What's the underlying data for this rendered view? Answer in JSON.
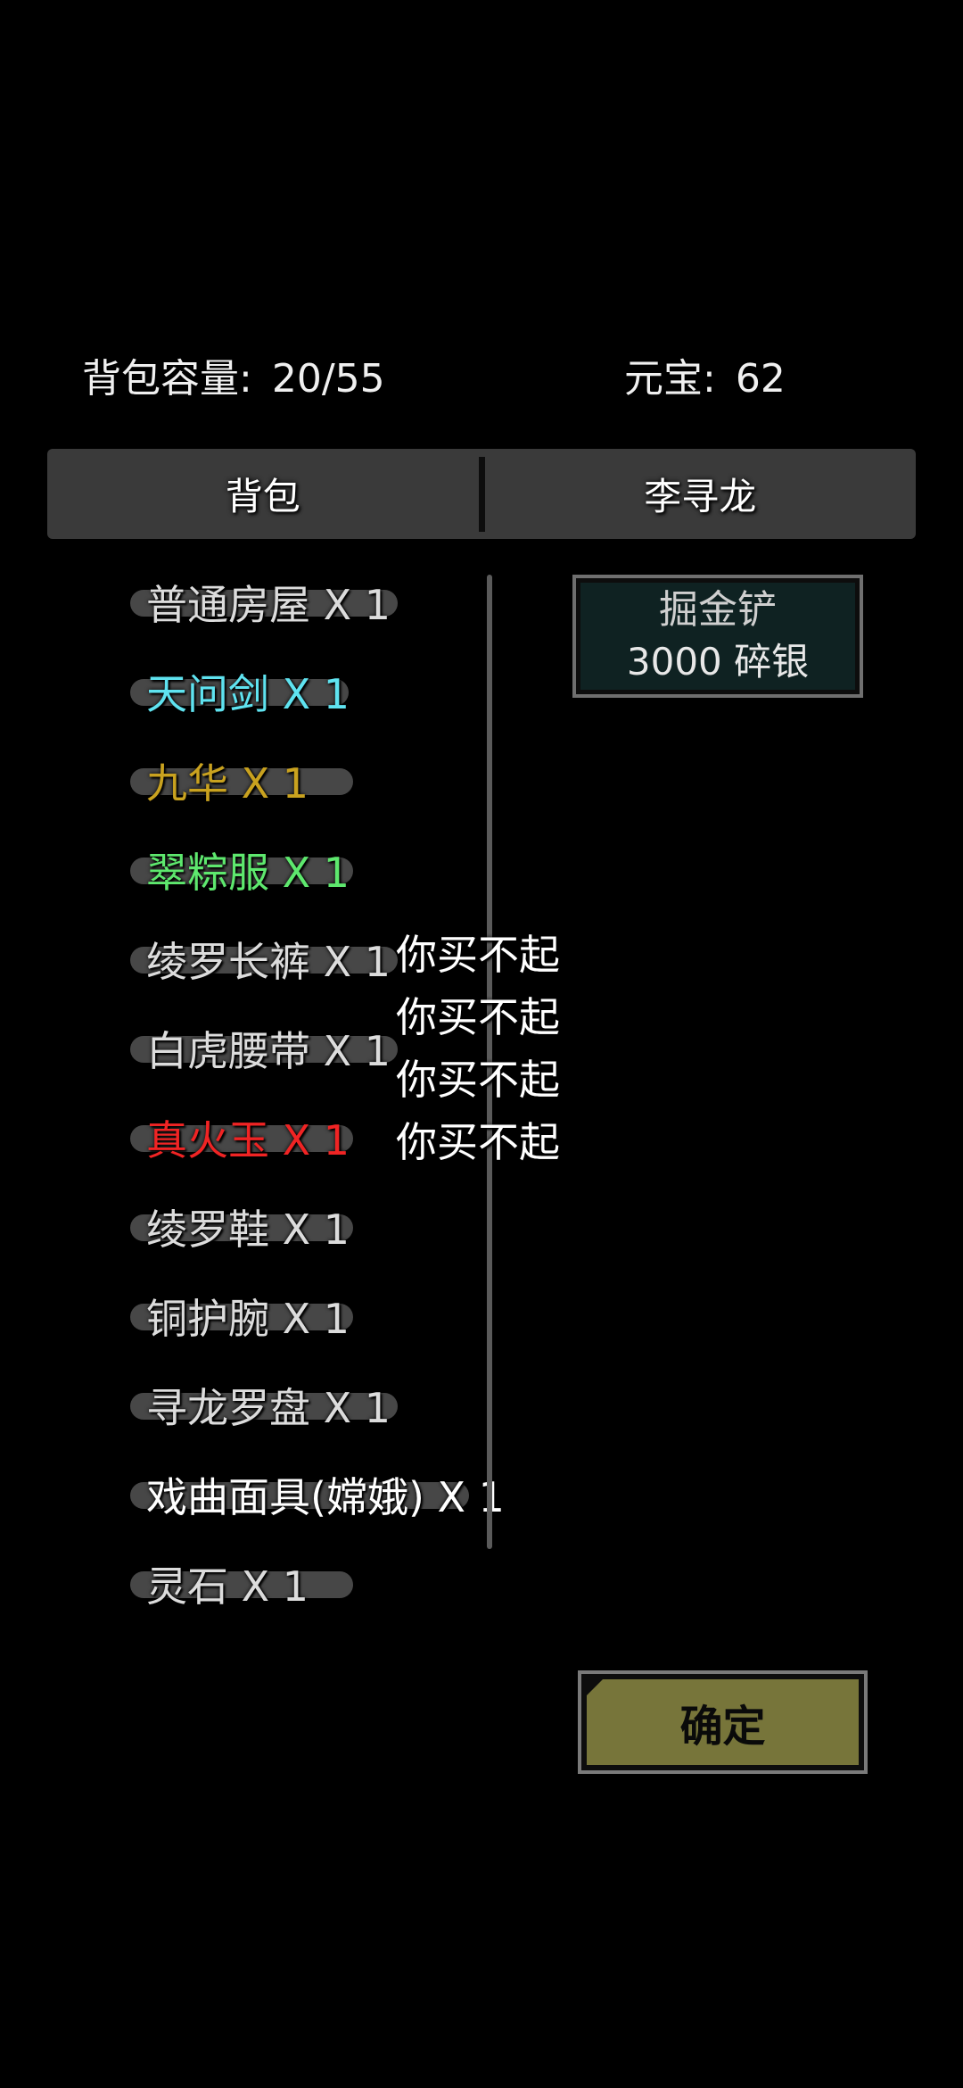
{
  "header": {
    "capacity_label": "背包容量:",
    "capacity_value": "20/55",
    "currency_label": "元宝:",
    "currency_value": "62"
  },
  "tabs": [
    {
      "label": "背包"
    },
    {
      "label": "李寻龙"
    }
  ],
  "inventory": [
    {
      "text": "普通房屋 X 1",
      "color": "#dcdcdc"
    },
    {
      "text": "天问剑 X 1",
      "color": "#5fe3f0"
    },
    {
      "text": "九华 X 1",
      "color": "#c9a21f"
    },
    {
      "text": "翠粽服 X 1",
      "color": "#5ee86e"
    },
    {
      "text": "绫罗长裤 X 1",
      "color": "#dcdcdc"
    },
    {
      "text": "白虎腰带 X 1",
      "color": "#dcdcdc"
    },
    {
      "text": "真火玉 X 1",
      "color": "#f02424"
    },
    {
      "text": "绫罗鞋 X 1",
      "color": "#dcdcdc"
    },
    {
      "text": "铜护腕 X 1",
      "color": "#dcdcdc"
    },
    {
      "text": "寻龙罗盘 X 1",
      "color": "#dcdcdc"
    },
    {
      "text": "戏曲面具(嫦娥) X 1",
      "color": "#ffffff"
    },
    {
      "text": "灵石 X 1",
      "color": "#dcdcdc"
    }
  ],
  "shop": {
    "item_name": "掘金铲",
    "item_price": "3000 碎银"
  },
  "toasts": [
    "你买不起",
    "你买不起",
    "你买不起",
    "你买不起"
  ],
  "confirm_label": "确定",
  "colors": {
    "tab_bar": "#3a3a3a",
    "shop_card_bg": "#0f2222",
    "confirm_bg": "#77753a"
  }
}
